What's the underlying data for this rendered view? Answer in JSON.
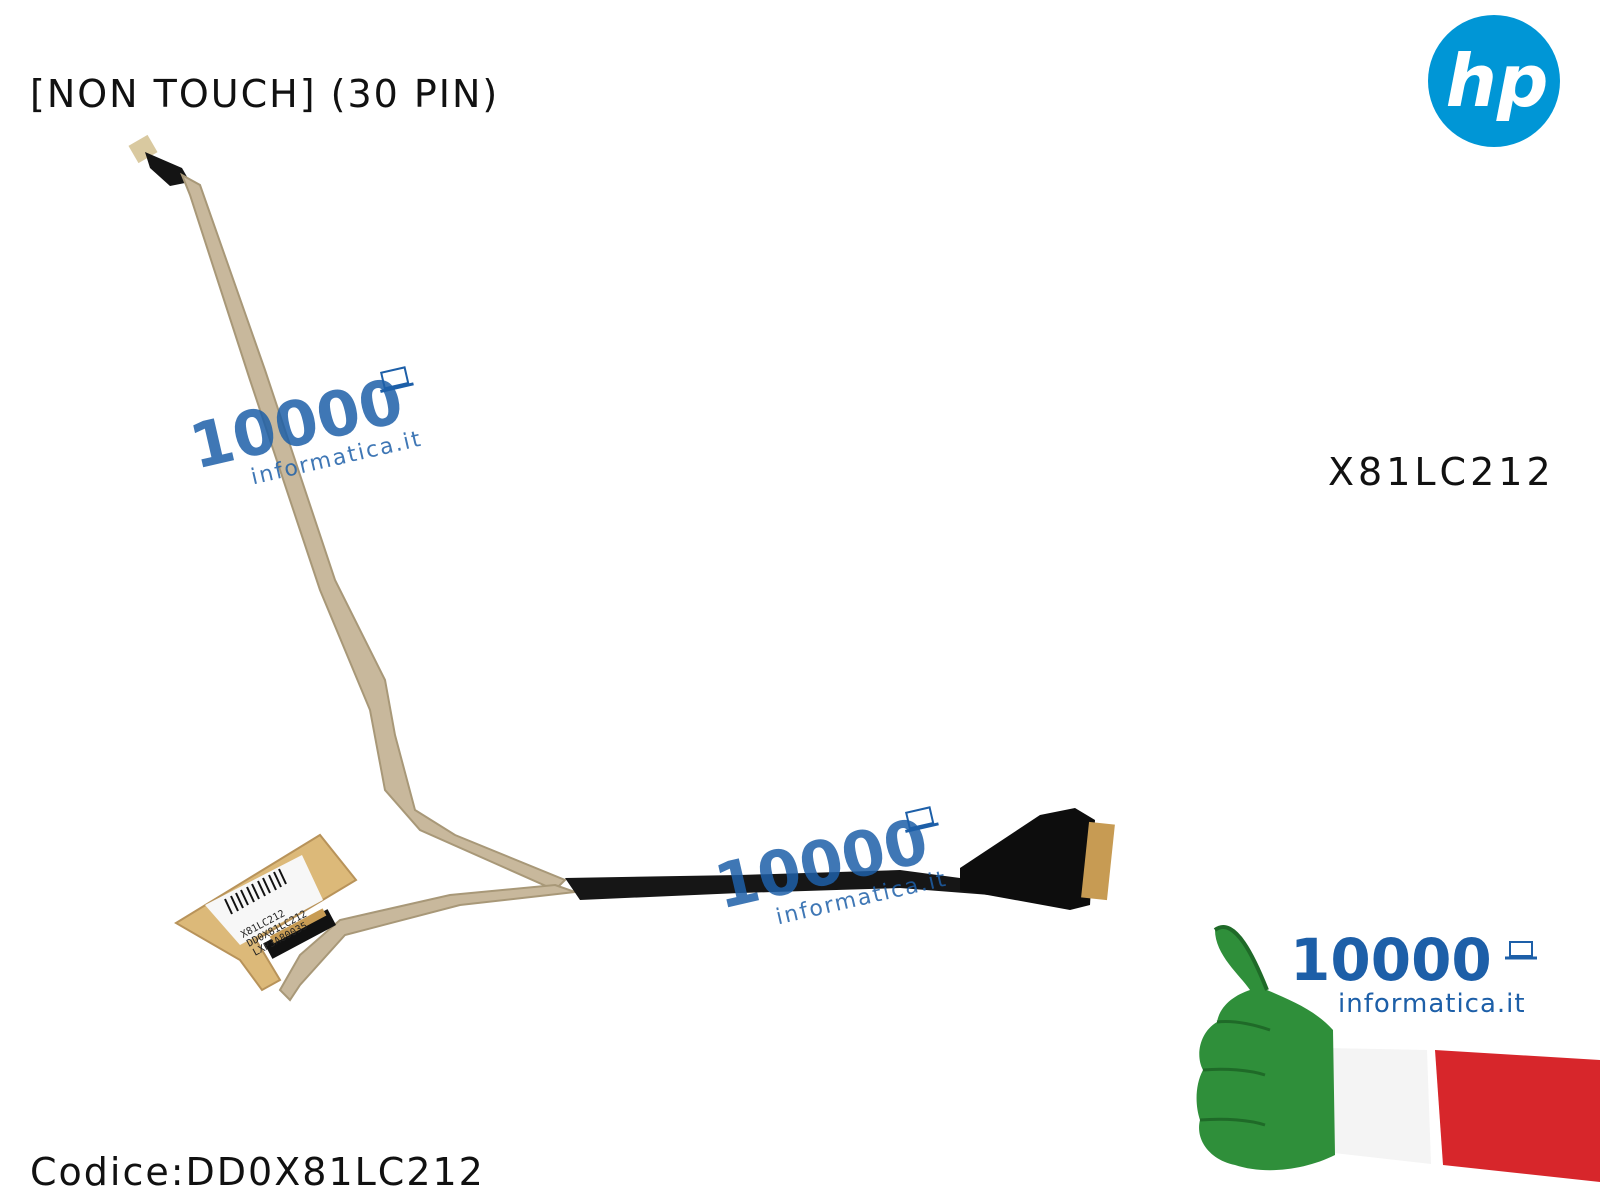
{
  "header": {
    "title": "[NON TOUCH] (30 PIN)"
  },
  "product": {
    "part_number": "X81LC212",
    "code_line": "Codice:DD0X81LC212"
  },
  "brand": {
    "name": "hp",
    "color": "#0096d6"
  },
  "watermark": {
    "number": "10000",
    "domain": "informatica.it",
    "color": "#1d5fa8"
  },
  "sticker": {
    "line1": "X81LC212",
    "line2": "DD0X81LC212",
    "line3": "LXP3A80035"
  },
  "badge": {
    "flag_colors": [
      "#2f8f3a",
      "#ffffff",
      "#d7262b"
    ]
  }
}
